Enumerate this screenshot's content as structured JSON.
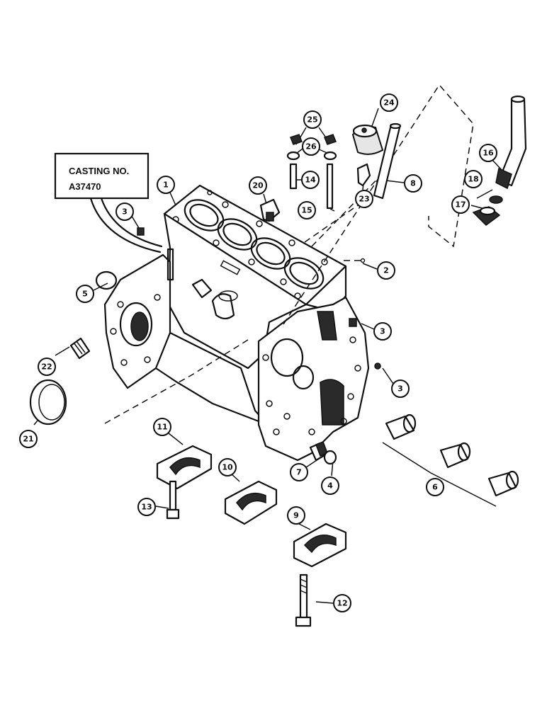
{
  "casting_label": {
    "line1": "CASTING NO.",
    "line2": "A37470"
  },
  "callouts": {
    "c1": "1",
    "c2": "2",
    "c3a": "3",
    "c3b": "3",
    "c3c": "3",
    "c4": "4",
    "c5": "5",
    "c6": "6",
    "c7": "7",
    "c8": "8",
    "c9": "9",
    "c10": "10",
    "c11": "11",
    "c12": "12",
    "c13": "13",
    "c14": "14",
    "c15": "15",
    "c16": "16",
    "c17": "17",
    "c18": "18",
    "c20": "20",
    "c21": "21",
    "c22": "22",
    "c23": "23",
    "c24": "24",
    "c25": "25",
    "c26": "26"
  }
}
